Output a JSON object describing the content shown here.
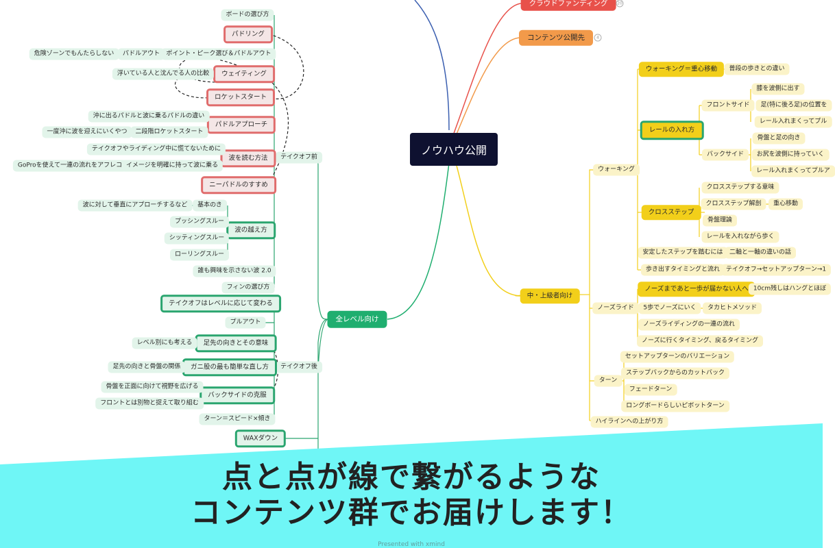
{
  "center": "ノウハウ公開",
  "colors": {
    "green": "#2aa56f",
    "red": "#e06c6c",
    "yellow": "#f2cf1a",
    "orange": "#f29a4a",
    "banner": "#6ff6f6",
    "center": "#0e1130"
  },
  "right_top": [
    {
      "label": "クラウドファンディング",
      "badge": "20"
    },
    {
      "label": "コンテンツ公開先",
      "badge": "4"
    }
  ],
  "left_branch": {
    "label": "全レベル向け",
    "takeoff_before": {
      "label": "テイクオフ前",
      "children": [
        {
          "label": "ボードの選び方"
        },
        {
          "label": "パドリング"
        },
        {
          "label": "ポイント・ピーク選び＆パドルアウト",
          "children": [
            {
              "label": "パドルアウト",
              "children": [
                {
                  "label": "危険ゾーンでもんたらしない"
                }
              ]
            }
          ]
        },
        {
          "label": "ウェイティング",
          "children": [
            {
              "label": "浮いている人と沈んでる人の比較"
            }
          ]
        },
        {
          "label": "ロケットスタート"
        },
        {
          "label": "パドルアプローチ",
          "children": [
            {
              "label": "沖に出るパドルと波に乗るパドルの違い"
            },
            {
              "label": "二段階ロケットスタート",
              "children": [
                {
                  "label": "一度沖に波を迎えにいくやつ"
                }
              ]
            }
          ]
        },
        {
          "label": "波を読む方法",
          "children": [
            {
              "label": "テイクオフやライディング中に慌てないために"
            },
            {
              "label": "イメージを明確に持って波に乗る",
              "children": [
                {
                  "label": "GoProを使えて一連の流れをアフレコ"
                }
              ]
            }
          ]
        },
        {
          "label": "ニーパドルのすすめ"
        },
        {
          "label": "波の越え方",
          "children": [
            {
              "label": "基本のき",
              "children": [
                {
                  "label": "波に対して垂直にアプローチするなど"
                }
              ]
            },
            {
              "label": "プッシングスルー"
            },
            {
              "label": "シッティングスルー"
            },
            {
              "label": "ローリングスルー"
            }
          ]
        },
        {
          "label": "誰も興味を示さない波 2.0"
        },
        {
          "label": "フィンの選び方"
        }
      ]
    },
    "takeoff_after": {
      "label": "テイクオフ後",
      "children": [
        {
          "label": "テイクオフはレベルに応じて変わる"
        },
        {
          "label": "プルアウト"
        },
        {
          "label": "足先の向きとその意味",
          "children": [
            {
              "label": "レベル別にも考える"
            }
          ]
        },
        {
          "label": "ガニ股の最も簡単な直し方",
          "children": [
            {
              "label": "足先の向きと骨盤の関係"
            }
          ]
        },
        {
          "label": "バックサイドの克服",
          "children": [
            {
              "label": "骨盤を正面に向けて視野を広げる"
            },
            {
              "label": "フロントとは別物と捉えて取り組む"
            }
          ]
        },
        {
          "label": "ターン＝スピード×傾き"
        }
      ]
    },
    "wax": "WAXダウン"
  },
  "right_branch": {
    "label": "中・上級者向け",
    "walking": {
      "label": "ウォーキング",
      "children": [
        {
          "label": "ウォーキング＝重心移動",
          "children": [
            {
              "label": "普段の歩きとの違い"
            }
          ]
        },
        {
          "label": "レールの入れ方",
          "children": [
            {
              "label": "フロントサイド",
              "children": [
                {
                  "label": "膝を波側に出す"
                },
                {
                  "label": "足(特に後ろ足)の位置を"
                },
                {
                  "label": "レール入れまくってプル"
                }
              ]
            },
            {
              "label": "バックサイド",
              "children": [
                {
                  "label": "骨盤と足の向き"
                },
                {
                  "label": "お尻を波側に持っていく"
                },
                {
                  "label": "レール入れまくってプルア"
                }
              ]
            }
          ]
        },
        {
          "label": "クロスステップ",
          "children": [
            {
              "label": "クロスステップする意味"
            },
            {
              "label": "クロスステップ解剖",
              "children": [
                {
                  "label": "重心移動"
                }
              ]
            },
            {
              "label": "骨盤理論"
            },
            {
              "label": "レールを入れながら歩く"
            }
          ]
        },
        {
          "label": "安定したステップを踏むには",
          "children": [
            {
              "label": "二軸と一軸の違いの話"
            }
          ]
        },
        {
          "label": "歩き出すタイミングと流れ",
          "children": [
            {
              "label": "テイクオフ→セットアップターン→1"
            }
          ]
        }
      ]
    },
    "noseride": {
      "label": "ノーズライド",
      "children": [
        {
          "label": "ノーズまであと一歩が届かない人へ",
          "children": [
            {
              "label": "10cm残しはハングとほぼ"
            }
          ]
        },
        {
          "label": "5歩でノーズにいく",
          "children": [
            {
              "label": "タカヒトメソッド"
            }
          ]
        },
        {
          "label": "ノーズライディングの一連の流れ"
        },
        {
          "label": "ノーズに行くタイミング、戻るタイミング"
        }
      ]
    },
    "turn": {
      "label": "ターン",
      "children": [
        {
          "label": "セットアップターンのバリエーション"
        },
        {
          "label": "ステップバックからのカットバック"
        },
        {
          "label": "フェードターン"
        },
        {
          "label": "ロングボードらしいピボットターン"
        }
      ]
    },
    "hiline": "ハイラインへの上がり方"
  },
  "banner": {
    "line1": "点と点が線で繋がるような",
    "line2": "コンテンツ群でお届けします！"
  },
  "footer": "Presented with xmind"
}
